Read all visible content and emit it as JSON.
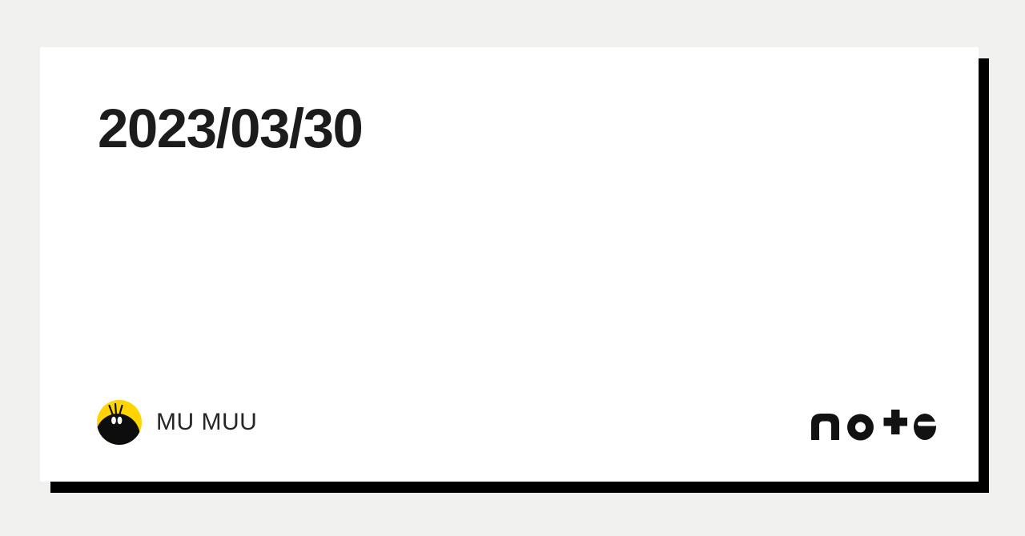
{
  "page": {
    "background_color": "#f0f0ef",
    "card": {
      "background_color": "#ffffff",
      "shadow_color": "#000000",
      "shadow_offset": "13px 14px"
    }
  },
  "article": {
    "title": "2023/03/30",
    "title_color": "#1c1c1c"
  },
  "author": {
    "name": "MU MUU",
    "name_color": "#262626",
    "avatar_icon": "chick-avatar",
    "avatar_colors": {
      "background": "#ffd400",
      "body": "#0d0d0d",
      "eyes": "#ffffff"
    }
  },
  "brand": {
    "name": "note",
    "logo_icon": "note-wordmark",
    "logo_color": "#121212"
  }
}
